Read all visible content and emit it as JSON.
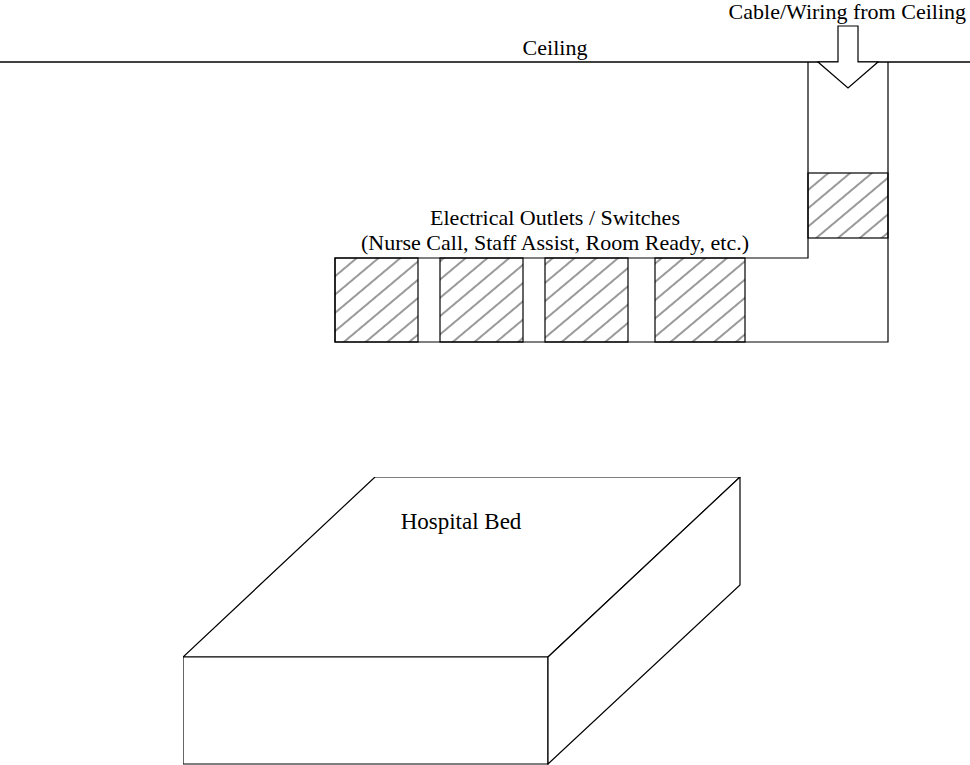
{
  "diagram": {
    "nodes": [
      {
        "text": [
          "Hospital Bed"
        ]
      }
    ],
    "labels": [
      "Cable/Wiring from Ceiling",
      "Ceiling",
      "Electrical Outlets / Switches",
      "(Nurse Call, Staff Assist, Room Ready, etc.)"
    ]
  }
}
